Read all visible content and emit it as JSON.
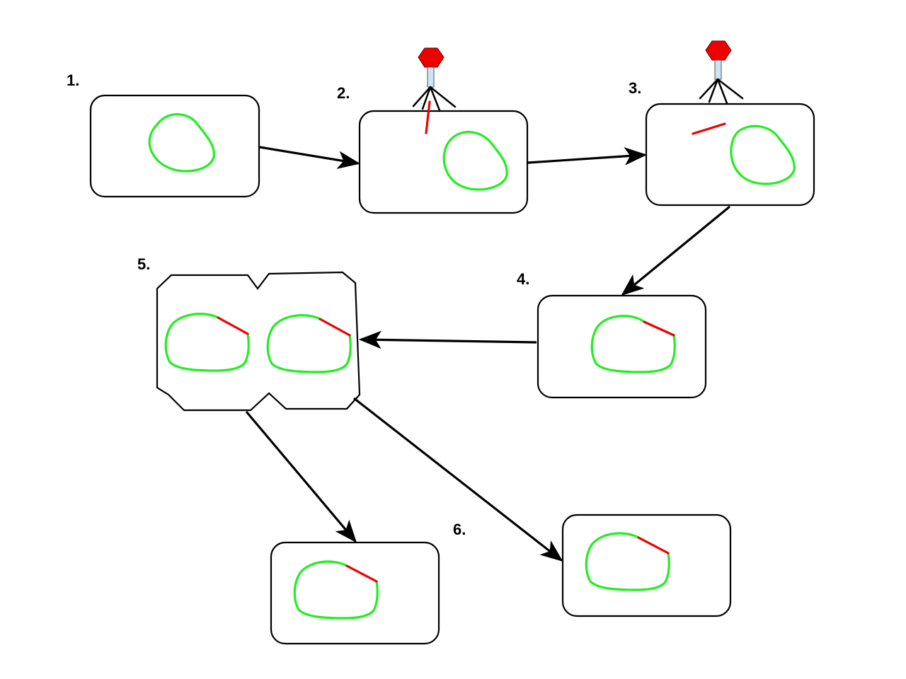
{
  "diagram": {
    "steps": [
      {
        "id": "step-1",
        "label": "1."
      },
      {
        "id": "step-2",
        "label": "2."
      },
      {
        "id": "step-3",
        "label": "3."
      },
      {
        "id": "step-4",
        "label": "4."
      },
      {
        "id": "step-5",
        "label": "5."
      },
      {
        "id": "step-6",
        "label": "6."
      }
    ]
  },
  "colors": {
    "host_dna": "#22ee22",
    "phage_dna": "#ee0000",
    "phage_head": "#ee0000",
    "phage_tail": "#cfe3f3",
    "outline": "#000000"
  },
  "icons": {
    "phage": "bacteriophage-icon",
    "arrow": "arrow-right-icon"
  }
}
